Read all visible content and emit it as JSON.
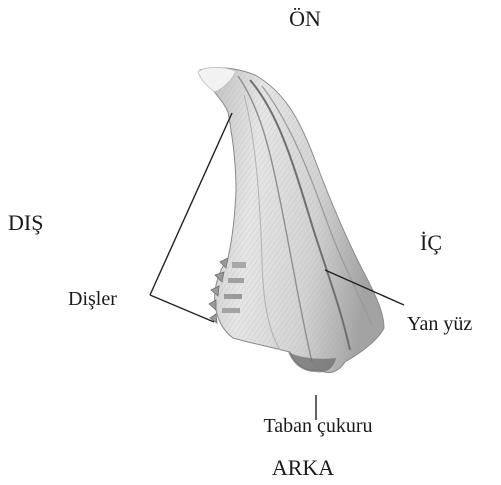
{
  "labels": {
    "front": "ÖN",
    "back": "ARKA",
    "outer": "DIŞ",
    "inner": "İÇ",
    "teeth": "Dişler",
    "side_surface": "Yan yüz",
    "basal_pit": "Taban çukuru"
  },
  "colors": {
    "specimen_light": "#e3e3e3",
    "specimen_mid": "#c2c2c2",
    "specimen_dark": "#7d7d7d",
    "ink": "#1a1a1a"
  }
}
